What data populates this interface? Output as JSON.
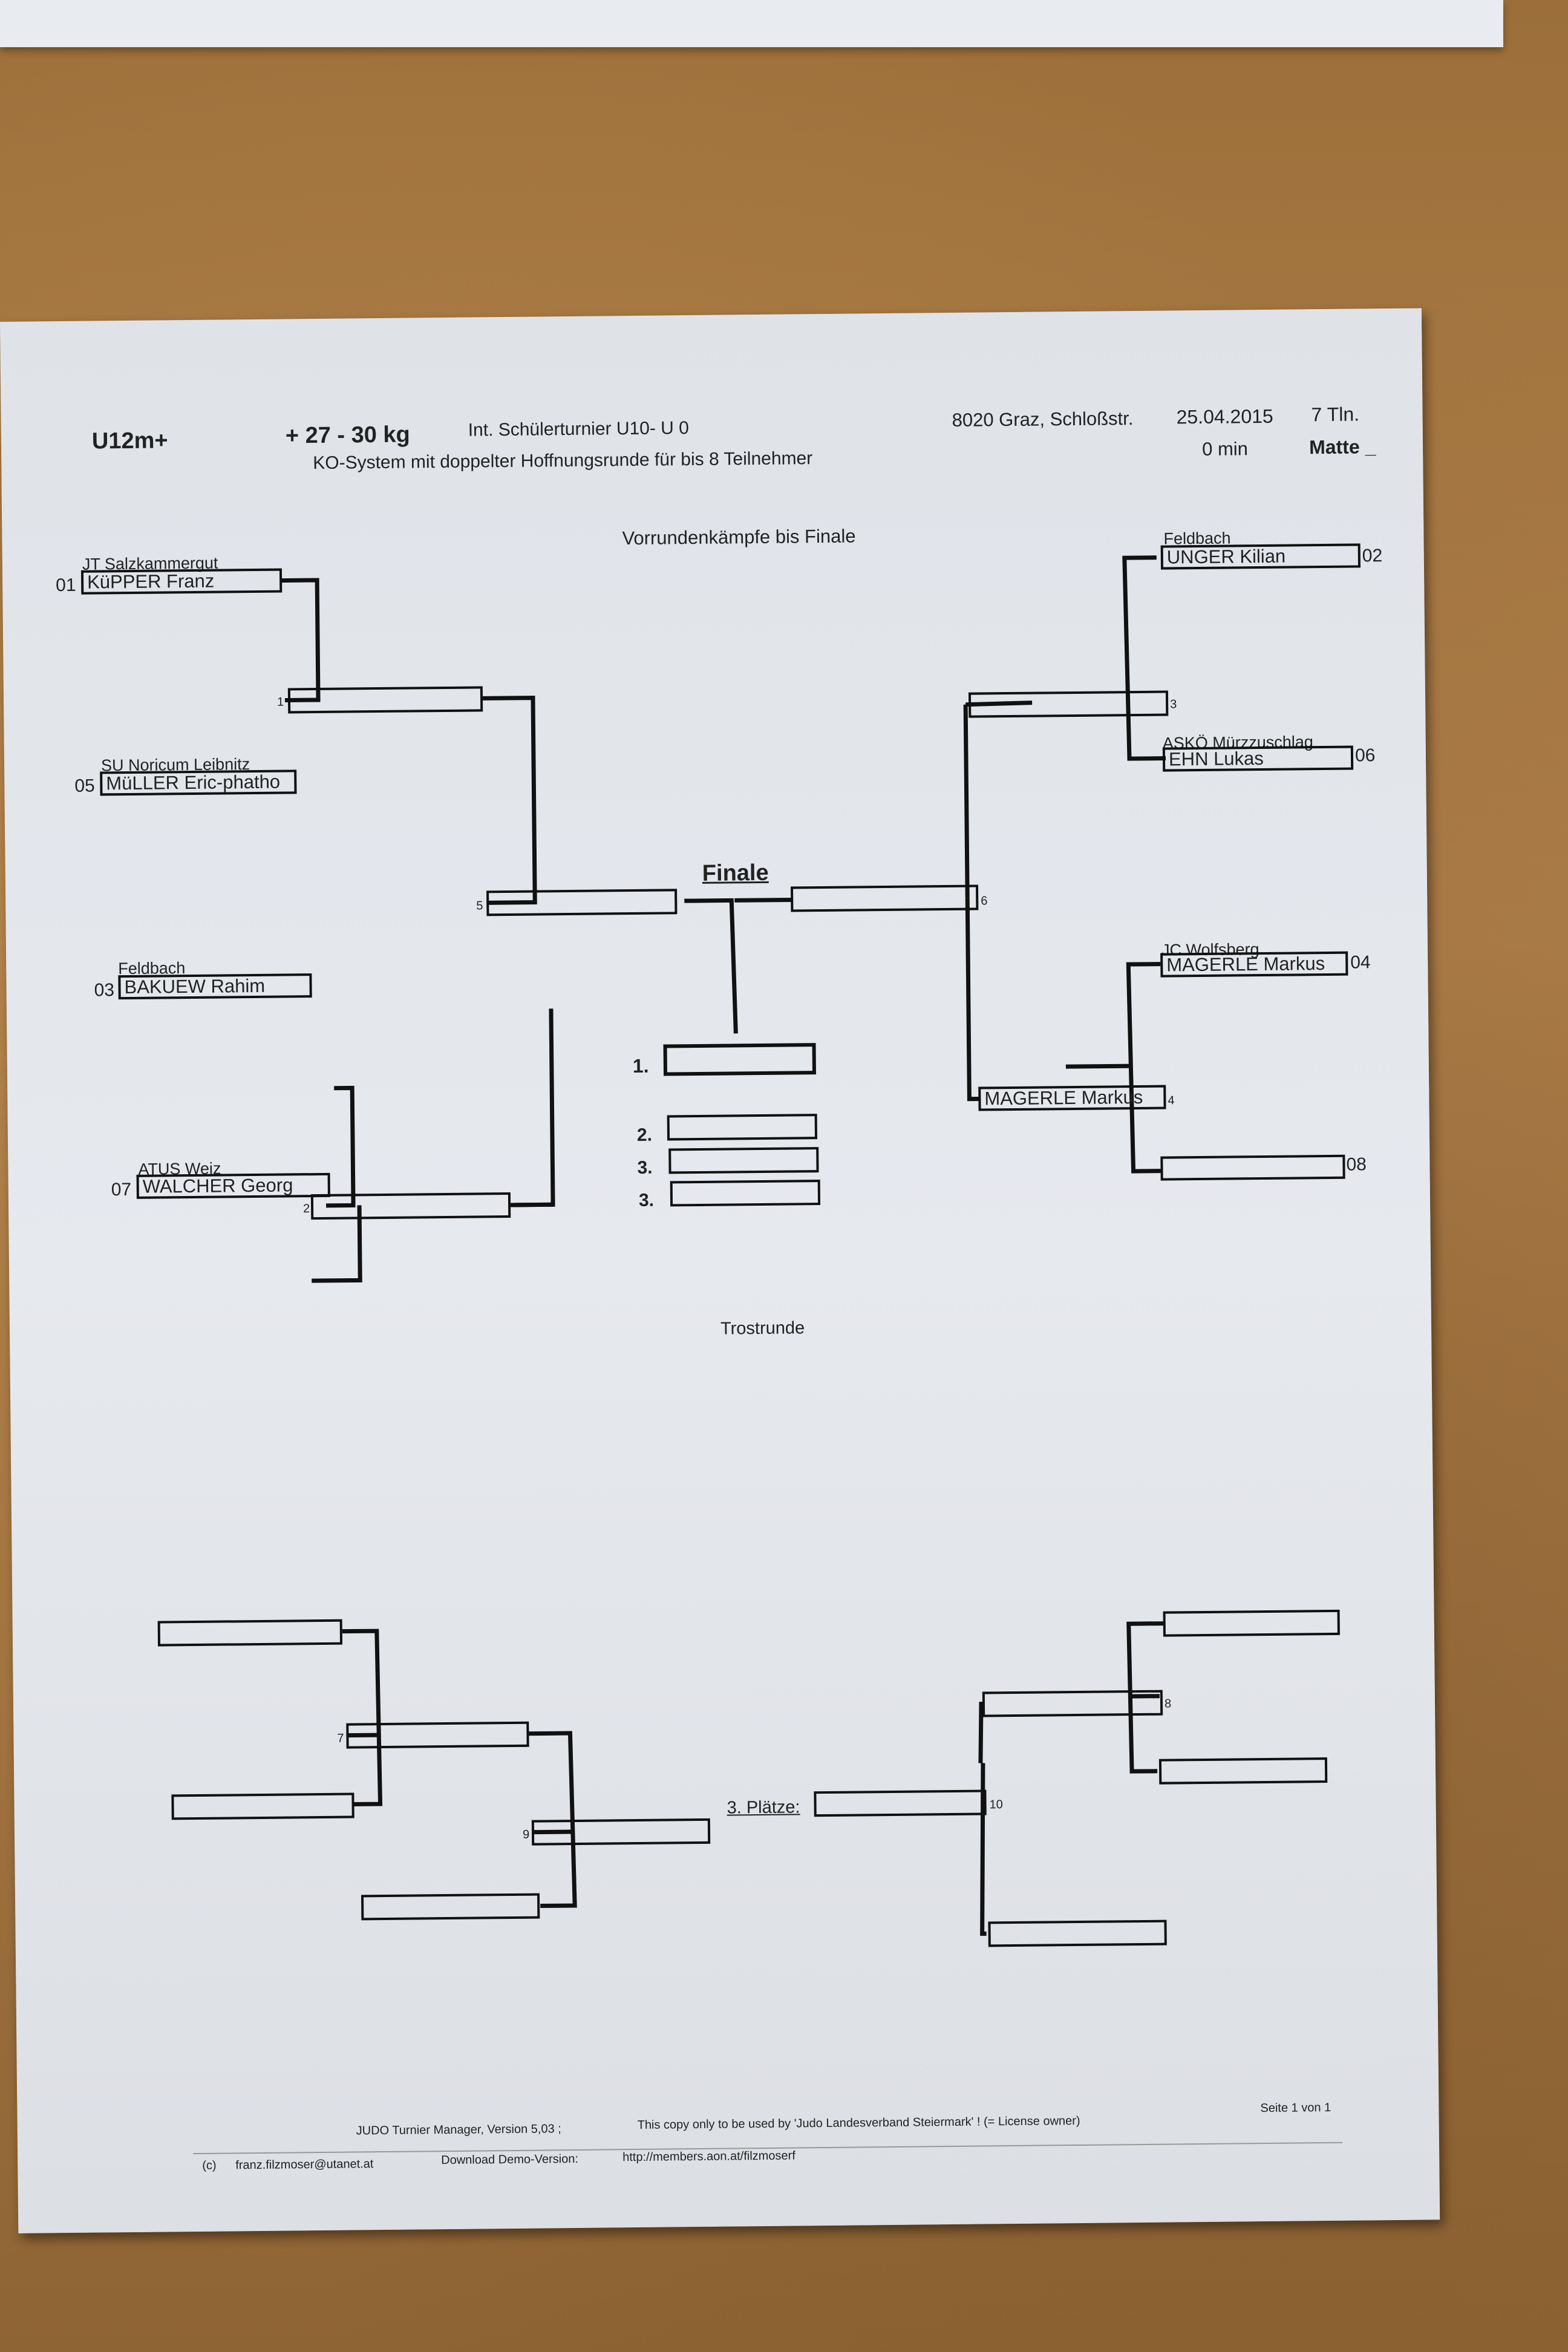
{
  "header": {
    "category": "U12m+",
    "weight_class": "+ 27 - 30 kg",
    "tournament": "Int. Schülerturnier U10- U 0",
    "system": "KO-System mit doppelter Hoffnungsrunde für bis 8 Teilnehmer",
    "location": "8020 Graz, Schloßstr.",
    "date": "25.04.2015",
    "participants": "7  Tln.",
    "duration": "0 min",
    "mat": "Matte _"
  },
  "sections": {
    "preliminary_title": "Vorrundenkämpfe bis Finale",
    "final_title": "Finale",
    "repechage_title": "Trostrunde",
    "third_places_title": "3. Plätze:"
  },
  "competitors": [
    {
      "seed": "01",
      "club": "JT Salzkammergut",
      "name": "KüPPER Franz"
    },
    {
      "seed": "05",
      "club": "SU Noricum Leibnitz",
      "name": "MüLLER Eric-phatho"
    },
    {
      "seed": "03",
      "club": "Feldbach",
      "name": "BAKUEW Rahim"
    },
    {
      "seed": "07",
      "club": "ATUS Weiz",
      "name": "WALCHER Georg"
    },
    {
      "seed": "02",
      "club": "Feldbach",
      "name": "UNGER Kilian"
    },
    {
      "seed": "06",
      "club": "ASKÖ Mürzzuschlag",
      "name": "EHN Lukas"
    },
    {
      "seed": "04",
      "club": "JC Wolfsberg",
      "name": "MAGERLE Markus"
    },
    {
      "seed": "08",
      "club": "",
      "name": ""
    }
  ],
  "fights": {
    "f1": "1",
    "f2": "2",
    "f3": "3",
    "f4": "4",
    "f5": "5",
    "f6": "6",
    "f7": "7",
    "f8": "8",
    "f9": "9",
    "f10": "10",
    "f4_winner": "MAGERLE Markus"
  },
  "placings": [
    "1.",
    "2.",
    "3.",
    "3."
  ],
  "footer": {
    "software": "JUDO Turnier Manager, Version 5,03  ;",
    "license": "This copy only to be used by 'Judo Landesverband Steiermark' ! (= License owner)",
    "copyright": "(c)",
    "email": "franz.filzmoser@utanet.at",
    "download_label": "Download Demo-Version:",
    "url": "http://members.aon.at/filzmoserf",
    "page": "Seite 1 von  1"
  }
}
